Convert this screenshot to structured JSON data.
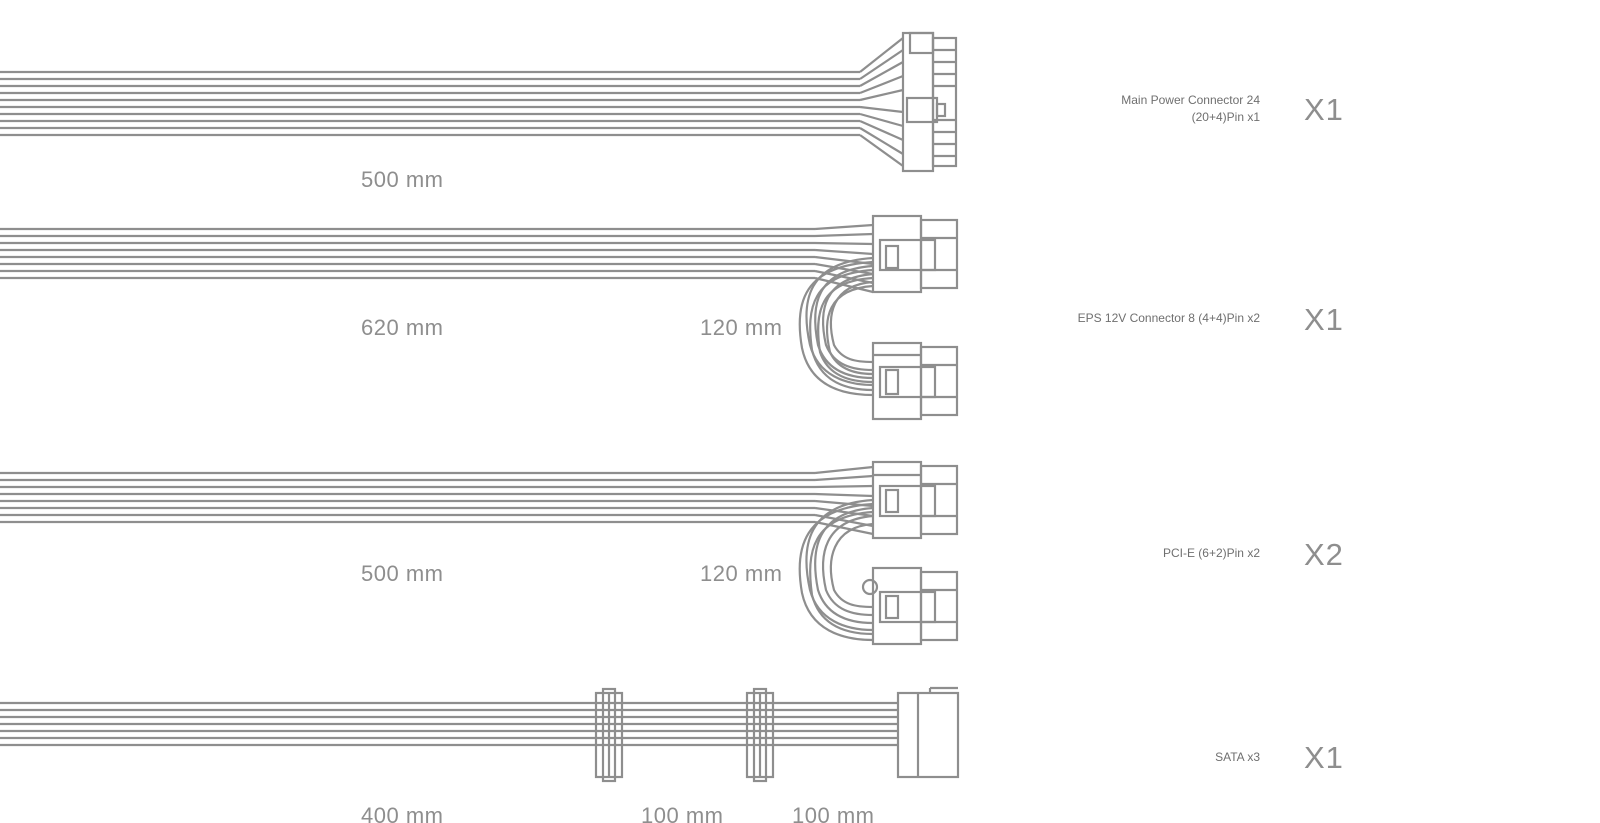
{
  "colors": {
    "cable": "#8e8e8e",
    "text": "#8e8e8e",
    "label": "#6f6f6f",
    "background": "#ffffff"
  },
  "cables": [
    {
      "lengths": [
        "500 mm"
      ],
      "description_lines": [
        "Main Power Connector 24",
        "(20+4)Pin x1"
      ],
      "quantity": "X1"
    },
    {
      "lengths": [
        "620 mm",
        "120 mm"
      ],
      "description_lines": [
        "EPS 12V Connector 8 (4+4)Pin x2"
      ],
      "quantity": "X1"
    },
    {
      "lengths": [
        "500 mm",
        "120 mm"
      ],
      "description_lines": [
        "PCI-E (6+2)Pin x2"
      ],
      "quantity": "X2"
    },
    {
      "lengths": [
        "400 mm",
        "100 mm",
        "100 mm"
      ],
      "description_lines": [
        "SATA x3"
      ],
      "quantity": "X1"
    }
  ]
}
